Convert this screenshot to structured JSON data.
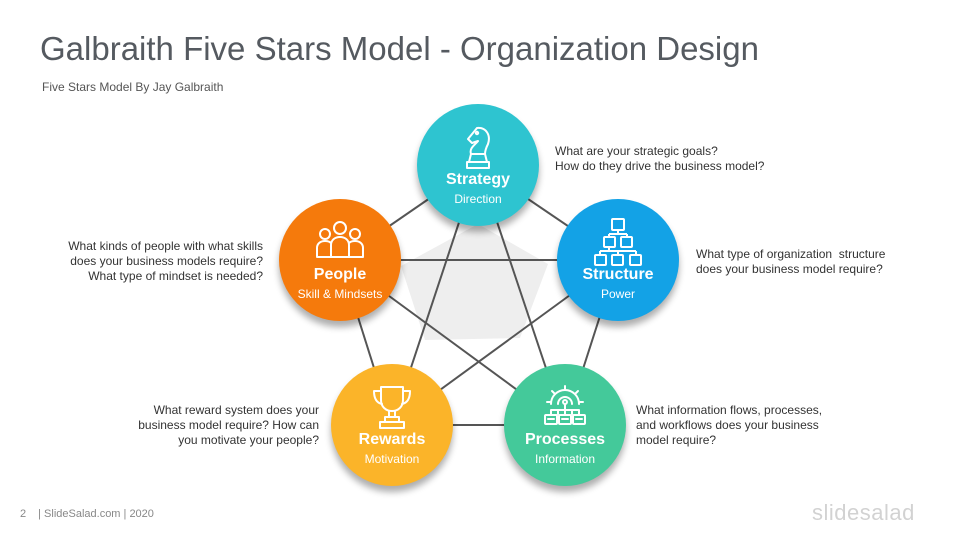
{
  "title": "Galbraith Five Stars Model - Organization Design",
  "subtitle": "Five Stars Model  By Jay Galbraith",
  "nodes": [
    {
      "name": "Strategy",
      "sub": "Direction",
      "color": "#2ec4d0",
      "icon": "chess-knight-icon",
      "question": "What are your strategic goals?\nHow do they drive the business model?"
    },
    {
      "name": "Structure",
      "sub": "Power",
      "color": "#13a2e6",
      "icon": "org-chart-icon",
      "question": "What type of organization  structure\ndoes your business model require?"
    },
    {
      "name": "Processes",
      "sub": "Information",
      "color": "#44c99a",
      "icon": "gear-network-icon",
      "question": "What information flows, processes,\nand workflows does your business\nmodel require?"
    },
    {
      "name": "Rewards",
      "sub": "Motivation",
      "color": "#fbb429",
      "icon": "trophy-icon",
      "question": "What reward system does your\nbusiness model require? How can\nyou motivate your people?"
    },
    {
      "name": "People",
      "sub": "Skill & Mindsets",
      "color": "#f57a0c",
      "icon": "people-group-icon",
      "question": "What kinds of people with what skills\ndoes your business models require?\nWhat type of mindset is needed?"
    }
  ],
  "footer": {
    "page": "2",
    "text": "| SlideSalad.com | 2020"
  },
  "logo": "slidesalad"
}
